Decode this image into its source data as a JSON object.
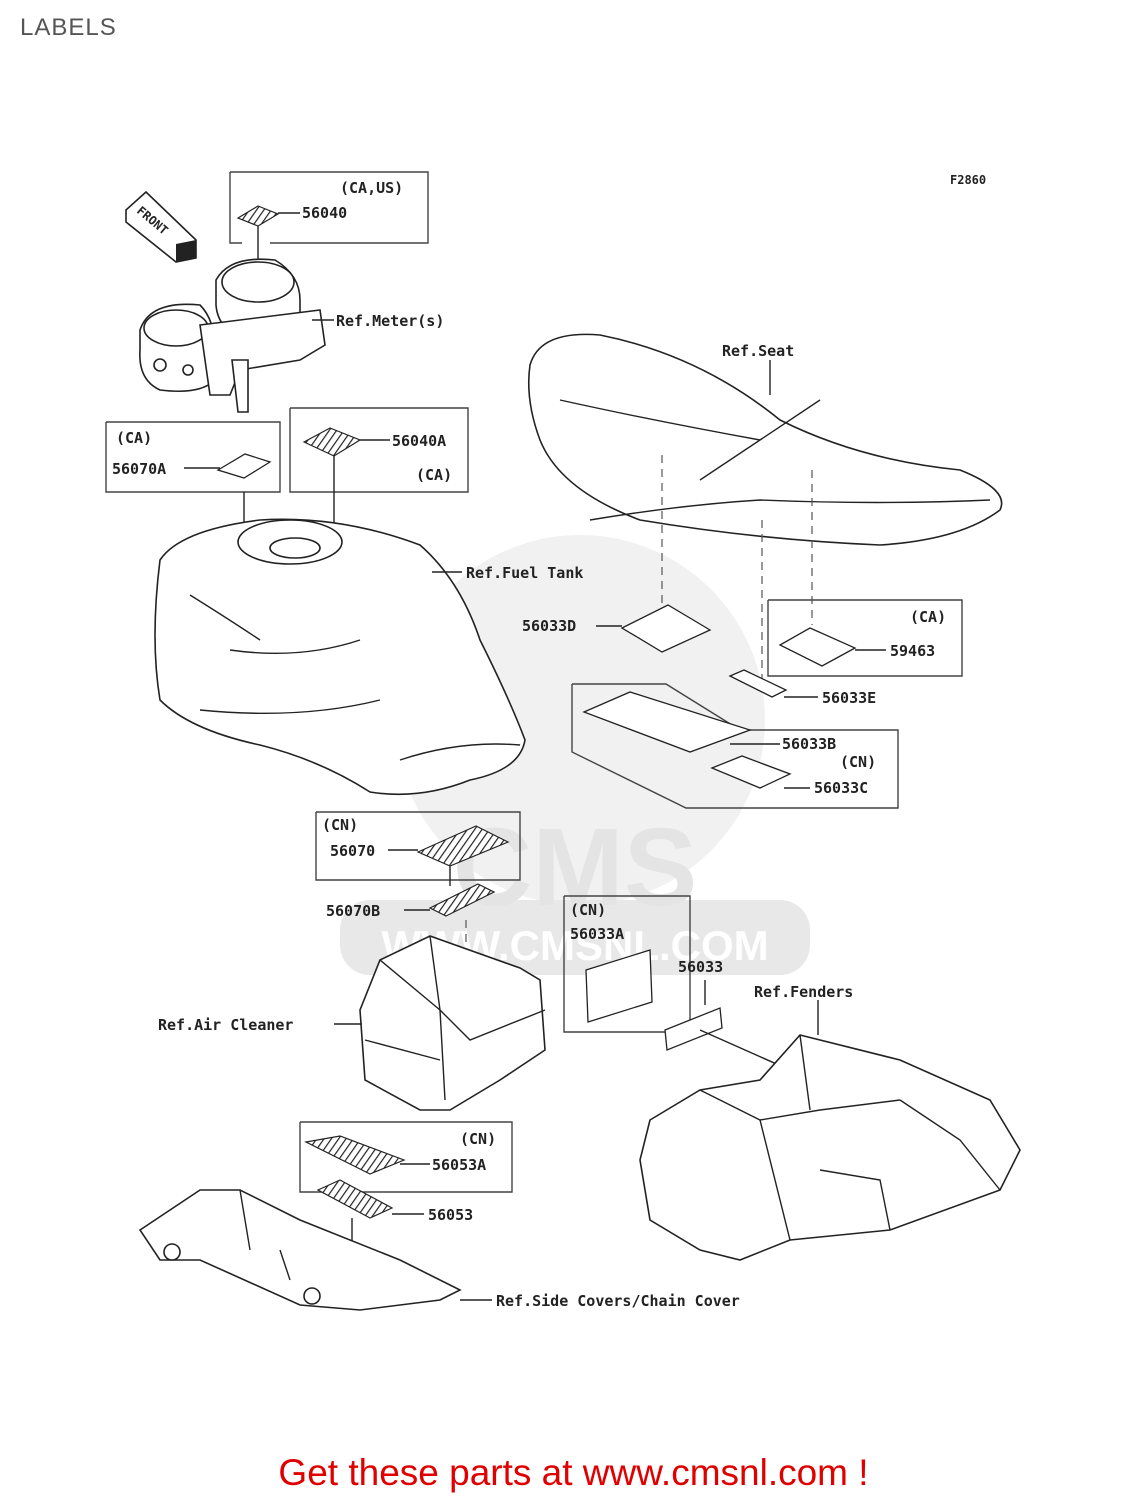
{
  "page": {
    "title": "LABELS",
    "figure_code": "F2860",
    "footer": "Get these parts at www.cmsnl.com !"
  },
  "watermark": {
    "logo_text": "CMS",
    "url_text": "WWW.CMSNL.COM"
  },
  "front_arrow": {
    "label": "FRONT"
  },
  "groups": {
    "meter_region": "(CA,US)",
    "fuel_tank_left_region": "(CA)",
    "fuel_tank_right_region": "(CA)",
    "seat_region": "(CA)",
    "seat_lower_region": "(CN)",
    "air_cleaner_region": "(CN)",
    "fender_region": "(CN)",
    "chain_cover_region": "(CN)"
  },
  "part_numbers": {
    "p56040": "56040",
    "p56040A": "56040A",
    "p56070A": "56070A",
    "p56070": "56070",
    "p56070B": "56070B",
    "p56033D": "56033D",
    "p59463": "59463",
    "p56033E": "56033E",
    "p56033B": "56033B",
    "p56033C": "56033C",
    "p56033A": "56033A",
    "p56033": "56033",
    "p56053A": "56053A",
    "p56053": "56053"
  },
  "references": {
    "meters": "Ref.Meter(s)",
    "seat": "Ref.Seat",
    "fuel_tank": "Ref.Fuel Tank",
    "air_cleaner": "Ref.Air Cleaner",
    "fenders": "Ref.Fenders",
    "side_covers": "Ref.Side Covers/Chain Cover"
  }
}
